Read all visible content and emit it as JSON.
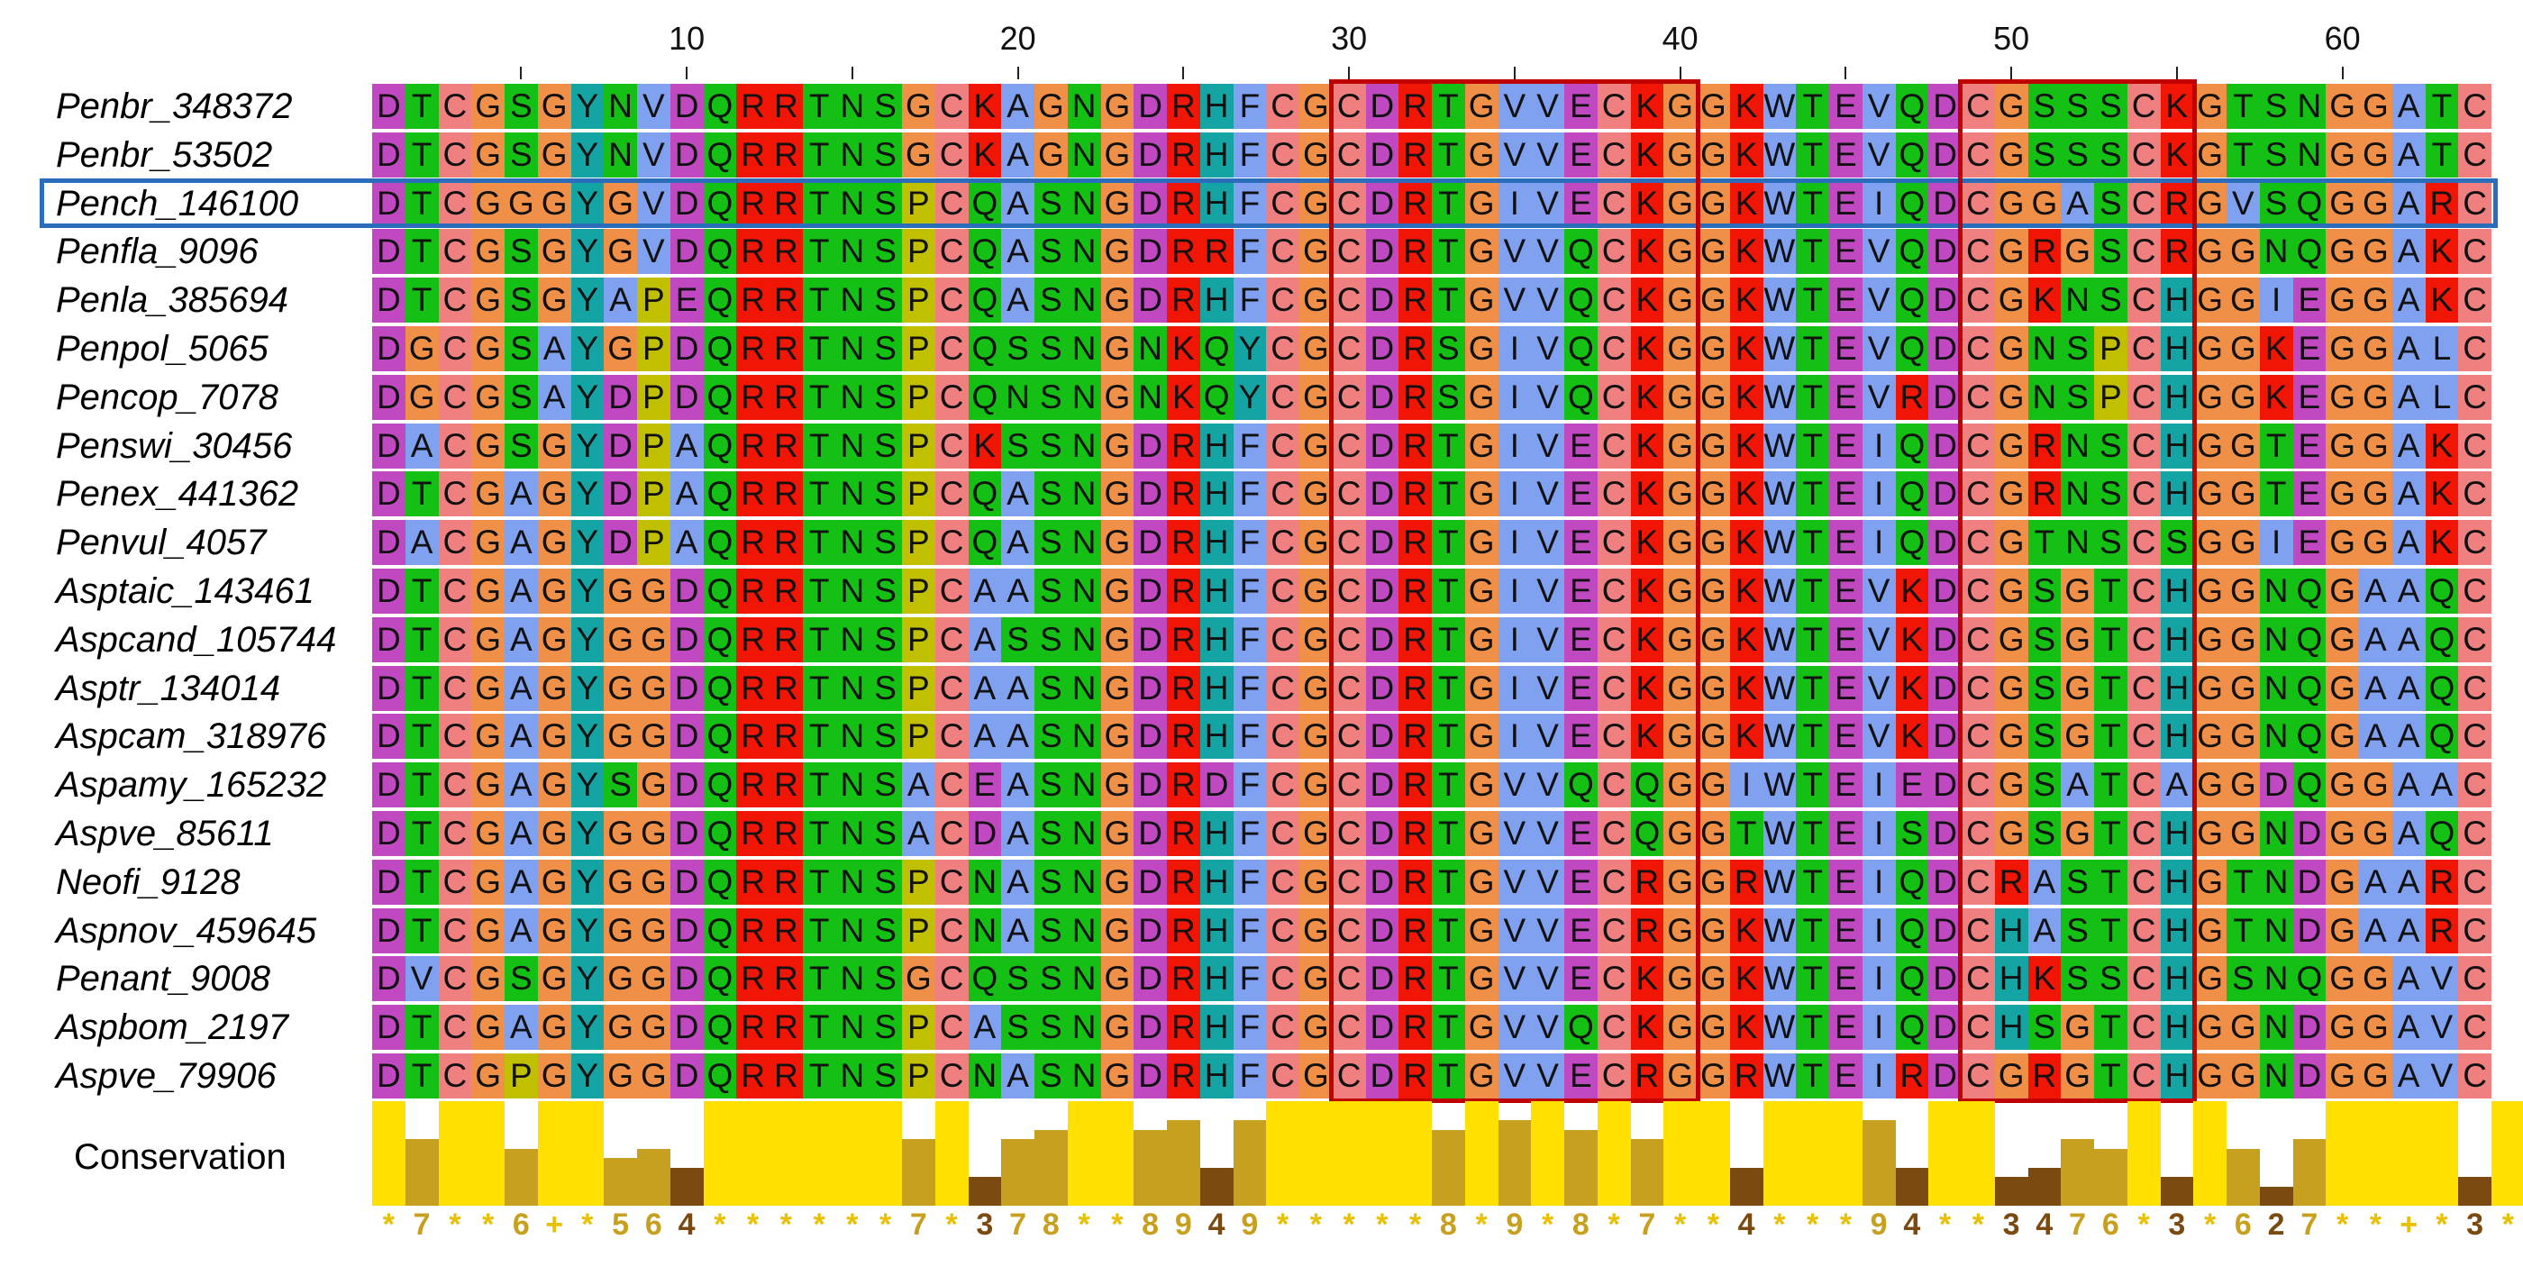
{
  "sequences": [
    {
      "name": "Penbr_348372",
      "seq": "DTCGSGYNVDQRRTNSGCKAGNGDRHFCGCDRTGVVECKGGKWTEVQDCGSSSCKGTSNGGATC"
    },
    {
      "name": "Penbr_53502",
      "seq": "DTCGSGYNVDQRRTNSGCKAGNGDRHFCGCDRTGVVECKGGKWTEVQDCGSSSCKGTSNGGATC"
    },
    {
      "name": "Pench_146100",
      "seq": "DTCGGGYGVDQRRTNSPCQASNGDRHFCGCDRTGIVECKGGKWTEIQDCGGASCRGVSQGGARC"
    },
    {
      "name": "Penfla_9096",
      "seq": "DTCGSGYGVDQRRTNSPCQASNGDRRFCGCDRTGVVQCKGGKWTEVQDCGRGSCRGGNQGGAKC"
    },
    {
      "name": "Penla_385694",
      "seq": "DTCGSGYAPEQRRTNSPCQASNGDRHFCGCDRTGVVQCKGGKWTEVQDCGKNSCHGGIEGGAKC"
    },
    {
      "name": "Penpol_5065",
      "seq": "DGCGSAYGPDQRRTNSPCQSSNGNKQYCGCDRSGIVQCKGGKWTEVQDCGNSPCHGGKEGGALC"
    },
    {
      "name": "Pencop_7078",
      "seq": "DGCGSAYDPDQRRTNSPCQNSNGNKQYCGCDRSGIVQCKGGKWTEVRDCGNSPCHGGKEGGALC"
    },
    {
      "name": "Penswi_30456",
      "seq": "DACGSGYDPAQRRTNSPCKSSNGDRHFCGCDRTGIVECKGGKWTEIQDCGRNSCHGGTEGGAKC"
    },
    {
      "name": "Penex_441362",
      "seq": "DTCGAGYDPAQRRTNSPCQASNGDRHFCGCDRTGIVECKGGKWTEIQDCGRNSCHGGTEGGAKC"
    },
    {
      "name": "Penvul_4057",
      "seq": "DACGAGYDPAQRRTNSPCQASNGDRHFCGCDRTGIVECKGGKWTEIQDCGTNSCSGGIEGGAKC"
    },
    {
      "name": "Asptaic_143461",
      "seq": "DTCGAGYGGDQRRTNSPCAASNGDRHFCGCDRTGIVECKGGKWTEVKDCGSGTCHGGNQGAAQC"
    },
    {
      "name": "Aspcand_105744",
      "seq": "DTCGAGYGGDQRRTNSPCASSNGDRHFCGCDRTGIVECKGGKWTEVKDCGSGTCHGGNQGAAQC"
    },
    {
      "name": "Asptr_134014",
      "seq": "DTCGAGYGGDQRRTNSPCAASNGDRHFCGCDRTGIVECKGGKWTEVKDCGSGTCHGGNQGAAQC"
    },
    {
      "name": "Aspcam_318976",
      "seq": "DTCGAGYGGDQRRTNSPCAASNGDRHFCGCDRTGIVECKGGKWTEVKDCGSGTCHGGNQGAAQC"
    },
    {
      "name": "Aspamy_165232",
      "seq": "DTCGAGYSGDQRRTNSACEASNGDRDFCGCDRTGVVQCQGGIWTEIEDCGSATCAGGDQGGAAC"
    },
    {
      "name": "Aspve_85611",
      "seq": "DTCGAGYGGDQRRTNSACDASNGDRHFCGCDRTGVVECQGGTWTEISDCGSGTCHGGNDGGAQC"
    },
    {
      "name": "Neofi_9128",
      "seq": "DTCGAGYGGDQRRTNSPCNASNGDRHFCGCDRTGVVECRGGRWTEIQDCRASTCHGTNDGAARC"
    },
    {
      "name": "Aspnov_459645",
      "seq": "DTCGAGYGGDQRRTNSPCNASNGDRHFCGCDRTGVVECRGGKWTEIQDCHASTCHGTNDGAARC"
    },
    {
      "name": "Penant_9008",
      "seq": "DVCGSGYGGDQRRTNSGCQSSNGDRHFCGCDRTGVVECKGGKWTEIQDCHKSSCHGSNQGGAVC"
    },
    {
      "name": "Aspbom_2197",
      "seq": "DTCGAGYGGDQRRTNSPCASSNGDRHFCGCDRTGVVQCKGGKWTEIQDCHSGTCHGGNDGGAVC"
    },
    {
      "name": "Aspve_79906",
      "seq": "DTCGPGYGGDQRRTNSPCNASNGDRHFCGCDRTGVVECRGGRWTEIRDCGRGTCHGGNDGGAVC"
    }
  ],
  "highlighted_sequence": "Pench_146100",
  "ruler": {
    "labels": [
      "10",
      "20",
      "30",
      "40",
      "50",
      "60"
    ],
    "positions": [
      10,
      20,
      30,
      40,
      50,
      60
    ],
    "tick_step": 5
  },
  "boxed_regions": [
    {
      "start": 30,
      "end": 40
    },
    {
      "start": 49,
      "end": 55
    }
  ],
  "conservation": {
    "label": "Conservation",
    "symbols": [
      "*",
      "7",
      "*",
      "*",
      "6",
      "+",
      "*",
      "5",
      "6",
      "4",
      "*",
      "*",
      "*",
      "*",
      "*",
      "*",
      "7",
      "*",
      "3",
      "7",
      "8",
      "*",
      "*",
      "8",
      "9",
      "4",
      "9",
      "*",
      "*",
      "*",
      "*",
      "*",
      "8",
      "*",
      "9",
      "*",
      "8",
      "*",
      "7",
      "*",
      "*",
      "4",
      "*",
      "*",
      "*",
      "9",
      "4",
      "*",
      "*",
      "3",
      "4",
      "7",
      "6",
      "*",
      "3",
      "*",
      "6",
      "2",
      "7",
      "*",
      "*",
      "+",
      "*",
      "3",
      "*"
    ],
    "levels": [
      11,
      7,
      11,
      11,
      6,
      11,
      11,
      5,
      6,
      4,
      11,
      11,
      11,
      11,
      11,
      11,
      7,
      11,
      3,
      7,
      8,
      11,
      11,
      8,
      9,
      4,
      9,
      11,
      11,
      11,
      11,
      11,
      8,
      11,
      9,
      11,
      8,
      11,
      7,
      11,
      11,
      4,
      11,
      11,
      11,
      9,
      4,
      11,
      11,
      3,
      4,
      7,
      6,
      11,
      3,
      11,
      6,
      2,
      7,
      11,
      11,
      11,
      11,
      3,
      11
    ]
  },
  "colors": {
    "hydrophobic": "#80a0f0",
    "positive": "#f01505",
    "negative": "#c048c0",
    "polar": "#15c015",
    "cysteine": "#f08080",
    "glycine": "#f09048",
    "proline": "#c0c000",
    "aromatic": "#15a4a4",
    "other": "#ffffff",
    "box_red": "#c00000",
    "box_blue": "#2a6ebb",
    "cons_full": "#ffe000",
    "cons_mid": "#c8a020",
    "cons_low": "#7a4a10"
  }
}
